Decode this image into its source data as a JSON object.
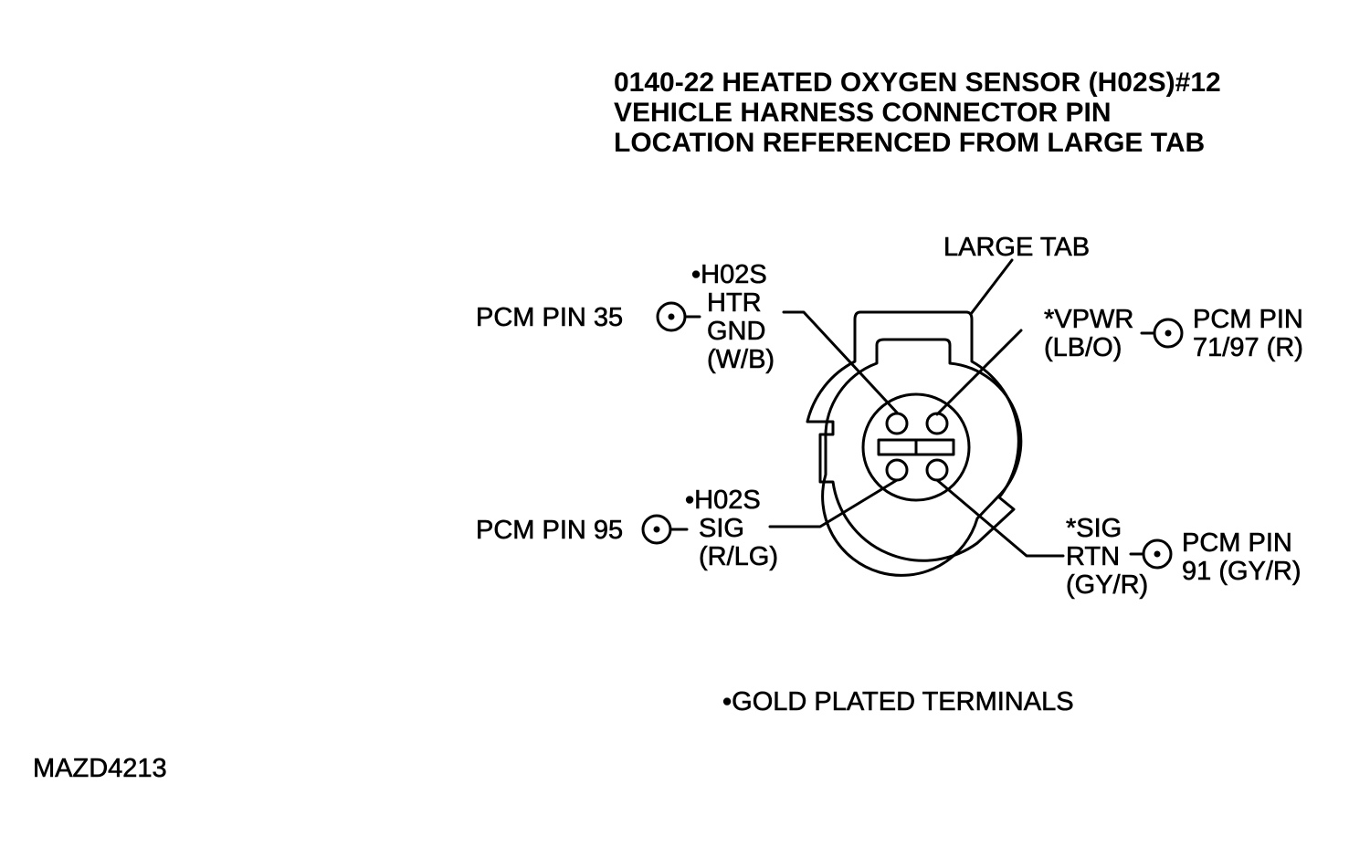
{
  "title": {
    "line1": "0140-22 HEATED OXYGEN SENSOR (H02S)#12",
    "line2": "VEHICLE HARNESS CONNECTOR PIN",
    "line3": "LOCATION REFERENCED FROM LARGE TAB"
  },
  "large_tab": "LARGE TAB",
  "pins": {
    "htr_gnd": {
      "pcm": "PCM PIN 35",
      "line1": "•H02S",
      "line2": "HTR",
      "line3": "GND",
      "line4": "(W/B)"
    },
    "vpwr": {
      "pcm1": "PCM PIN",
      "pcm2": "71/97 (R)",
      "line1": "*VPWR",
      "line2": "(LB/O)"
    },
    "sig": {
      "pcm": "PCM PIN 95",
      "line1": "•H02S",
      "line2": "SIG",
      "line3": "(R/LG)"
    },
    "sig_rtn": {
      "pcm1": "PCM PIN",
      "pcm2": "91 (GY/R)",
      "line1": "*SIG",
      "line2": "RTN",
      "line3": "(GY/R)"
    }
  },
  "legend": "•GOLD PLATED TERMINALS",
  "figure_code": "MAZD4213"
}
